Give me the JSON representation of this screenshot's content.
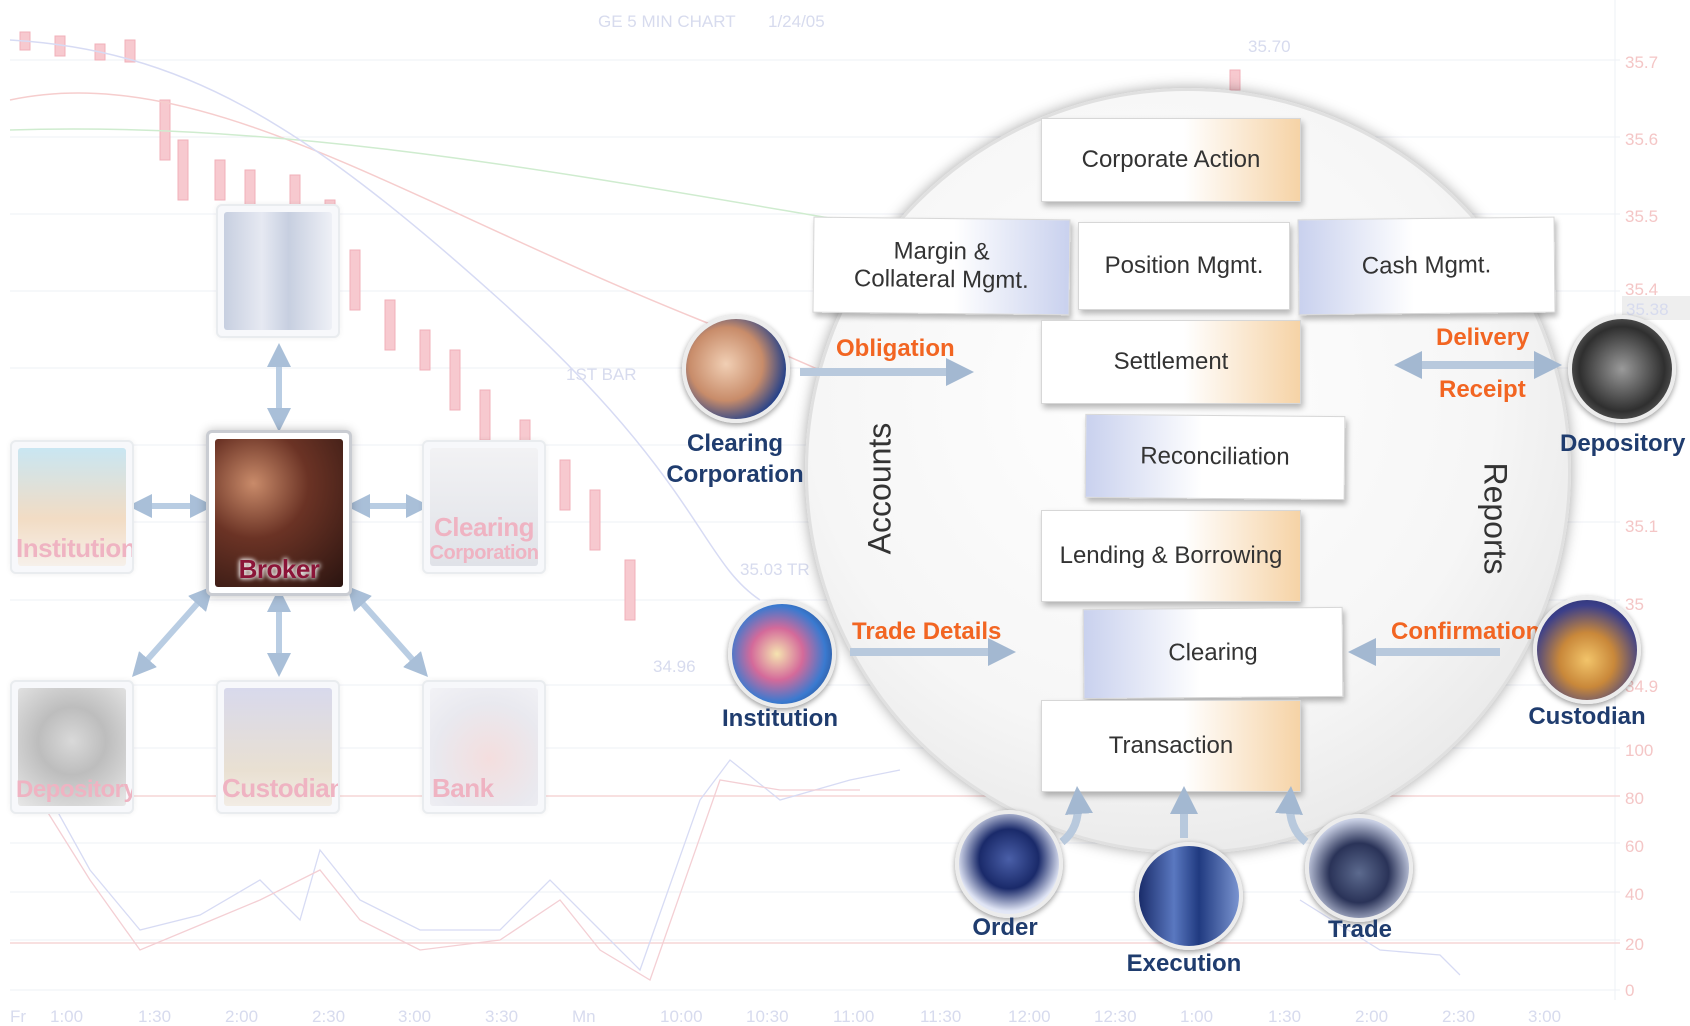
{
  "background_chart": {
    "title": "GE 5 MIN CHART",
    "date": "1/24/05",
    "price_labels": [
      "35.7",
      "35.6",
      "35.5",
      "35.4",
      "35.1",
      "35",
      "34.9"
    ],
    "current_price": "35.38",
    "oscillator_labels": [
      "100",
      "80",
      "60",
      "40",
      "20",
      "0"
    ],
    "time_labels": [
      "Fr",
      "1:00",
      "1:30",
      "2:00",
      "2:30",
      "3:00",
      "3:30",
      "Mn",
      "10:00",
      "10:30",
      "11:00",
      "11:30",
      "12:00",
      "12:30",
      "1:00",
      "1:30",
      "2:00",
      "2:30",
      "3:00"
    ],
    "annotations": {
      "high": "35.70",
      "first_bar": "1ST BAR",
      "low": "34.96",
      "trade": "35.03 TR"
    }
  },
  "left_network": {
    "main": "Broker",
    "nodes": {
      "institution": "Institution",
      "clearing_line1": "Clearing",
      "clearing_line2": "Corporation",
      "depository": "Depository",
      "custodian": "Custodian",
      "bank": "Bank"
    }
  },
  "circle": {
    "boxes": {
      "corporate_action": "Corporate Action",
      "margin_line1": "Margin &",
      "margin_line2": "Collateral Mgmt.",
      "position": "Position Mgmt.",
      "cash": "Cash Mgmt.",
      "settlement": "Settlement",
      "reconciliation": "Reconciliation",
      "lending": "Lending & Borrowing",
      "clearing": "Clearing",
      "transaction": "Transaction"
    },
    "side_labels": {
      "left": "Accounts",
      "right": "Reports"
    }
  },
  "flows": {
    "obligation": "Obligation",
    "delivery": "Delivery",
    "receipt": "Receipt",
    "trade_details": "Trade Details",
    "confirmation": "Confirmation"
  },
  "entities": {
    "clearing_line1": "Clearing",
    "clearing_line2": "Corporation",
    "depository": "Depository",
    "institution": "Institution",
    "custodian": "Custodian",
    "order": "Order",
    "execution": "Execution",
    "trade": "Trade"
  },
  "colors": {
    "accent_orange": "#f26522",
    "label_navy": "#1f3c6e",
    "broker_red": "#8b1538"
  }
}
